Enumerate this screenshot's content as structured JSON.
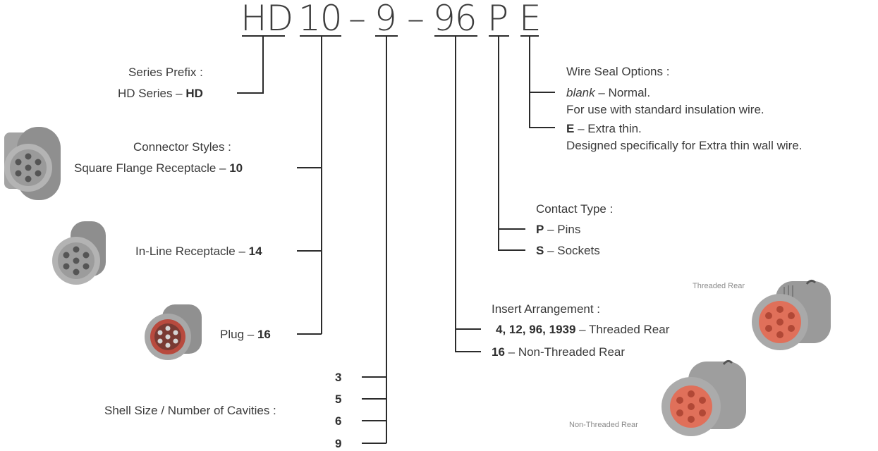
{
  "code": {
    "series": "HD",
    "style": "10",
    "dash1": "–",
    "size": "9",
    "dash2": "–",
    "arrangement": "96",
    "contact": "P",
    "seal": "E"
  },
  "series_prefix": {
    "heading": "Series Prefix :",
    "item_text": "HD Series – ",
    "item_code": "HD"
  },
  "connector_styles": {
    "heading": "Connector Styles :",
    "items": [
      {
        "text": "Square Flange Receptacle – ",
        "code": "10"
      },
      {
        "text": "In-Line Receptacle – ",
        "code": "14"
      },
      {
        "text": "Plug – ",
        "code": "16"
      }
    ]
  },
  "shell_size": {
    "heading": "Shell Size / Number of Cavities :",
    "values": [
      "3",
      "5",
      "6",
      "9"
    ]
  },
  "wire_seal": {
    "heading": "Wire Seal Options :",
    "items": [
      {
        "code": "blank",
        "text": " – Normal.",
        "line2": "For use with standard insulation wire."
      },
      {
        "code": "E",
        "text": " – Extra thin.",
        "line2": "Designed specifically for Extra thin wall wire."
      }
    ]
  },
  "contact_type": {
    "heading": "Contact Type :",
    "items": [
      {
        "code": "P",
        "text": " – Pins"
      },
      {
        "code": "S",
        "text": " – Sockets"
      }
    ]
  },
  "insert_arrangement": {
    "heading": "Insert Arrangement :",
    "items": [
      {
        "code": "4, 12, 96, 1939",
        "text": " – Threaded Rear"
      },
      {
        "code": "16",
        "text": " – Non-Threaded Rear"
      }
    ]
  },
  "photo_captions": {
    "threaded": "Threaded Rear",
    "non_threaded": "Non-Threaded Rear"
  },
  "colors": {
    "line": "#2b2b2b",
    "text": "#3a3a3a",
    "connector_grey": "#9c9c9c",
    "insert_orange": "#e0705a"
  }
}
